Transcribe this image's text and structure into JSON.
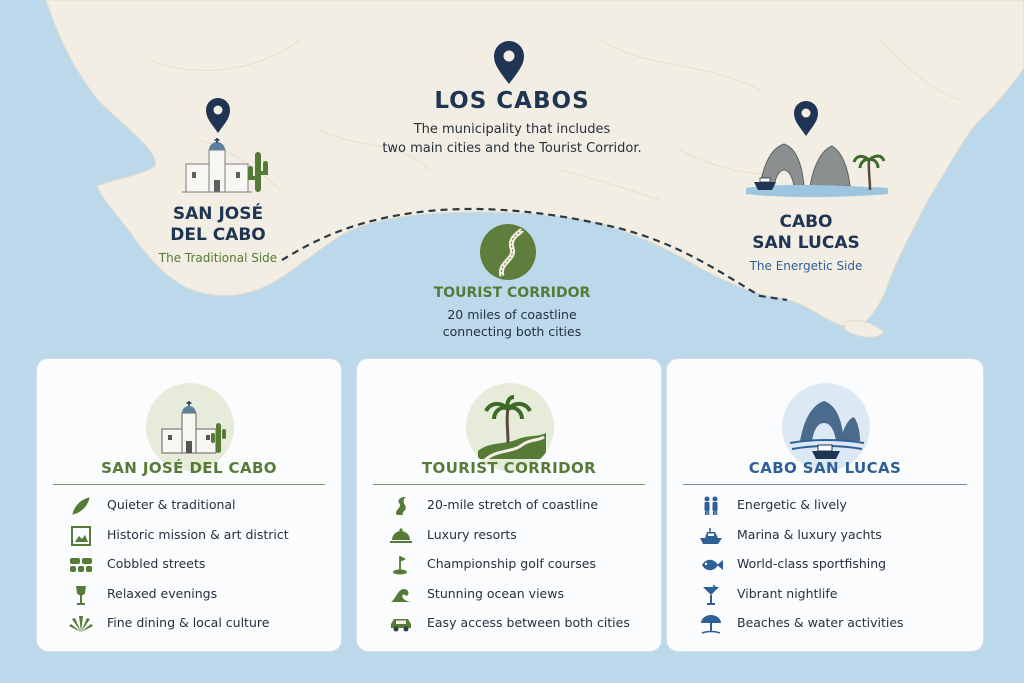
{
  "header": {
    "title": "LOS CABOS",
    "subtitle_line1": "The municipality that includes",
    "subtitle_line2": "two main cities and the Tourist Corridor."
  },
  "map_labels": {
    "sjd_name_line1": "SAN JOSÉ",
    "sjd_name_line2": "DEL CABO",
    "sjd_tagline": "The Traditional Side",
    "csl_name_line1": "CABO",
    "csl_name_line2": "SAN LUCAS",
    "csl_tagline": "The Energetic Side",
    "corridor_title": "TOURIST CORRIDOR",
    "corridor_line1": "20 miles of coastline",
    "corridor_line2": "connecting both cities"
  },
  "colors": {
    "sea": "#bcd9ec",
    "land": "#f3eee3",
    "navy": "#1f3553",
    "green": "#557b36",
    "blue": "#2f5f97"
  },
  "cards": [
    {
      "title": "SAN JOSÉ DEL CABO",
      "items": [
        {
          "icon": "leaf-icon",
          "text": "Quieter & traditional"
        },
        {
          "icon": "framed-picture-icon",
          "text": "Historic mission & art district"
        },
        {
          "icon": "cobblestone-icon",
          "text": "Cobbled streets"
        },
        {
          "icon": "wine-glass-icon",
          "text": "Relaxed evenings"
        },
        {
          "icon": "agave-icon",
          "text": "Fine dining & local culture"
        }
      ]
    },
    {
      "title": "TOURIST CORRIDOR",
      "items": [
        {
          "icon": "coastline-road-icon",
          "text": "20-mile stretch of coastline"
        },
        {
          "icon": "cloche-icon",
          "text": "Luxury resorts"
        },
        {
          "icon": "golf-flag-icon",
          "text": "Championship golf courses"
        },
        {
          "icon": "wave-icon",
          "text": "Stunning ocean views"
        },
        {
          "icon": "car-icon",
          "text": "Easy access between both cities"
        }
      ]
    },
    {
      "title": "CABO SAN LUCAS",
      "items": [
        {
          "icon": "people-icon",
          "text": "Energetic & lively"
        },
        {
          "icon": "yacht-icon",
          "text": "Marina & luxury yachts"
        },
        {
          "icon": "fish-icon",
          "text": "World-class sportfishing"
        },
        {
          "icon": "cocktail-icon",
          "text": "Vibrant nightlife"
        },
        {
          "icon": "beach-umbrella-icon",
          "text": "Beaches & water activities"
        }
      ]
    }
  ]
}
